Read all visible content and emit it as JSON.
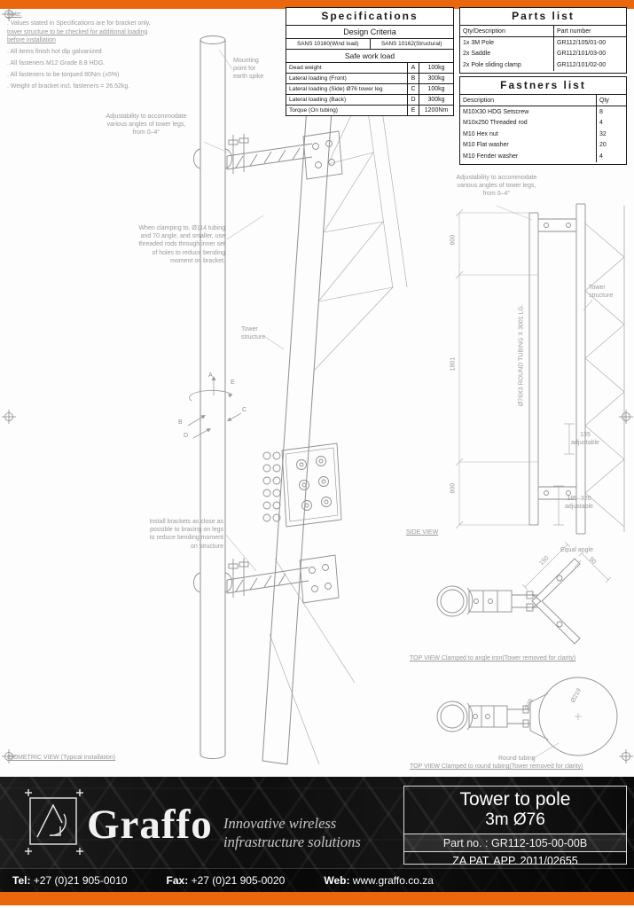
{
  "notes": {
    "title": "Note:",
    "line1": ". Values stated in Specifications are for bracket only,",
    "line2": "tower structure to be checked for additional loading",
    "line3": "before installation",
    "line4": ". All items finish hot dip galvanized",
    "line5": ". All fasteners M12 Grade 8.8 HDG.",
    "line6": ". All fasteners to be torqued 80Nm (±5%)",
    "line7": ". Weight of bracket incl. fasteners = 26.52kg."
  },
  "specifications": {
    "title": "Specifications",
    "design_criteria": "Design Criteria",
    "standard_wind": "SANS 10160(Wind load)",
    "standard_structural": "SANS 10162(Structural)",
    "safe_work_load": "Safe work load",
    "rows": [
      {
        "label": "Dead weight",
        "key": "A",
        "value": "100kg"
      },
      {
        "label": "Lateral loading (Front)",
        "key": "B",
        "value": "300kg"
      },
      {
        "label": "Lateral loading (Side) Ø76 tower leg",
        "key": "C",
        "value": "100kg"
      },
      {
        "label": "Lateral loading (Back)",
        "key": "D",
        "value": "300kg"
      },
      {
        "label": "Torque (On tubing)",
        "key": "E",
        "value": "1200Nm"
      }
    ]
  },
  "parts_list": {
    "title": "Parts list",
    "col_description": "Qty/Description",
    "col_part_number": "Part number",
    "rows": [
      {
        "description": "1x 3M Pole",
        "part_number": "GR112/105/01-00"
      },
      {
        "description": "2x Saddle",
        "part_number": "GR112/101/03-00"
      },
      {
        "description": "2x Pole sliding clamp",
        "part_number": "GR112/101/02-00"
      }
    ]
  },
  "fastners_list": {
    "title": "Fastners list",
    "col_description": "Description",
    "col_qty": "Qty",
    "rows": [
      {
        "description": "M10X30 HDG Setscrew",
        "qty": "8"
      },
      {
        "description": "M10x250 Threaded rod",
        "qty": "4"
      },
      {
        "description": "M10 Hex nut",
        "qty": "32"
      },
      {
        "description": "M10 Flat washer",
        "qty": "20"
      },
      {
        "description": "M10 Fender washer",
        "qty": "4"
      }
    ]
  },
  "isometric_view": {
    "caption": "ISOMETRIC VIEW (Typical installation)",
    "annotations": {
      "mounting_point": "Mounting\npoint for\nearth spike",
      "adjustability": "Adjustability to accommodate\nvarious angles of tower legs,\nfrom 0–4°",
      "clamping": "When clamping to, Ø114 tubing\nand 70 angle, and smaller, use\nthreaded rods through inner set\nof holes to reduce bending\nmoment on bracket.",
      "tower_structure": "Tower\nstructure",
      "install": "Install brackets as close as\npossible to bracing on legs\nto reduce bending moment\non structure"
    },
    "load_markers": {
      "a": "A",
      "b": "B",
      "c": "C",
      "d": "D",
      "e": "E"
    }
  },
  "side_view": {
    "caption": "SIDE VIEW",
    "annotations": {
      "adjustability": "Adjustability to accommodate\nvarious angles of tower legs,\nfrom 0–4°",
      "tower_structure": "Tower\nstructure",
      "pole_spec": "Ø76X3 ROUND TUBING X 3001 LG.",
      "dim_top": "600",
      "dim_mid": "1801",
      "dim_bottom": "600",
      "adjust_135": "135\nadjustable",
      "adjust_185": "185–320\nadjustable"
    }
  },
  "top_view_angle": {
    "caption": "TOP VIEW Clamped to angle iron(Tower removed for clarity)",
    "labels": {
      "equal_angle": "Equal angle",
      "dim_150": "150",
      "dim_90": "90"
    }
  },
  "top_view_tubing": {
    "caption": "TOP VIEW Clamped to round tubing(Tower removed for clarity)",
    "labels": {
      "dia_219": "Ø219",
      "dia_48": "Ø48",
      "round_tubing": "Round tubing"
    }
  },
  "footer": {
    "brand": "Graffo",
    "tagline_line1": "Innovative wireless",
    "tagline_line2": "infrastructure solutions",
    "product_title": "Tower to pole",
    "product_size": "3m Ø76",
    "part_no": "Part no. : GR112-105-00-00B",
    "patent": "ZA PAT. APP. 2011/02655",
    "tel_label": "Tel:",
    "tel": "+27 (0)21 905-0010",
    "fax_label": "Fax:",
    "fax": "+27 (0)21 905-0020",
    "web_label": "Web:",
    "web": "www.graffo.co.za"
  },
  "colors": {
    "accent_orange": "#EA670D",
    "footer_bg": "#111111"
  }
}
